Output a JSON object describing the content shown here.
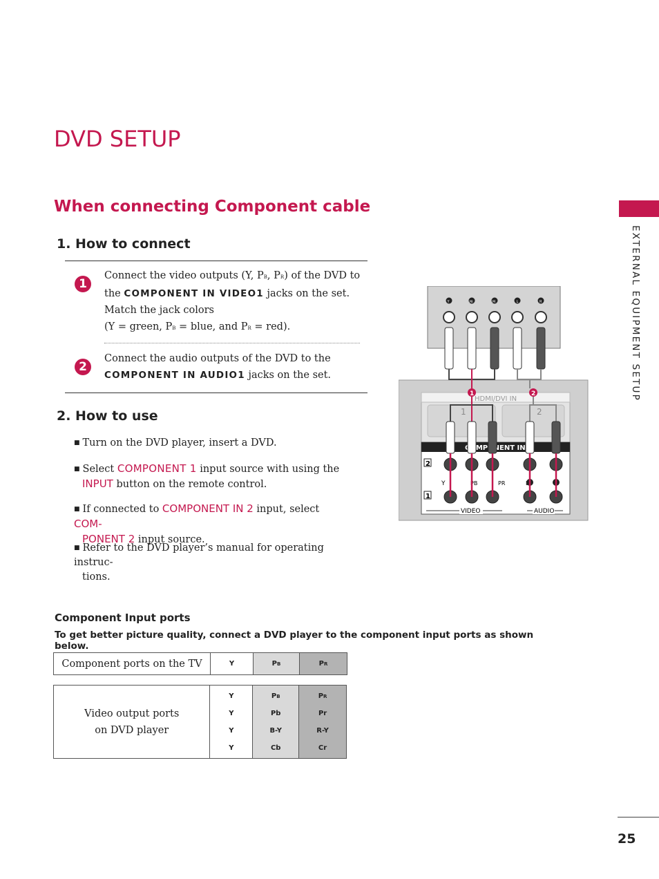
{
  "header": {
    "title": "DVD SETUP",
    "subtitle": "When connecting Component cable"
  },
  "side_tab": {
    "label": "EXTERNAL EQUIPMENT SETUP"
  },
  "connect": {
    "heading": "1. How to connect",
    "step1": {
      "number": "1",
      "line1_prefix": "Connect the video outputs (",
      "line1_y": "Y, P",
      "line1_b": "B",
      "line1_mid": ", P",
      "line1_r": "R",
      "line1_suffix": ")  of the DVD  to",
      "line2_prefix": "the",
      "line2_caps": "COMPONENT IN VIDEO1",
      "line2_suffix": "jacks on the set.",
      "line3": "Match the jack colors",
      "line4_prefix": "(Y = green, P",
      "line4_b": "B",
      "line4_mid": " = blue, and P",
      "line4_r": "R",
      "line4_suffix": " = red)."
    },
    "step2": {
      "number": "2",
      "line1": "Connect the audio outputs of the DVD to the",
      "line2_caps": "COMPONENT IN AUDIO1",
      "line2_suffix": "jacks on the set."
    }
  },
  "use": {
    "heading": "2. How to use",
    "b1": "Turn on the DVD player, insert a DVD.",
    "b2_prefix": "Select",
    "b2_red1": "COMPONENT 1",
    "b2_mid": "input source with using the",
    "b2_red2": "INPUT",
    "b2_suffix": "button on the remote control.",
    "b3_prefix": "If connected to",
    "b3_red1": "COMPONENT IN 2",
    "b3_mid": "input, select",
    "b3_red2a": "COM-",
    "b3_red2b": "PONENT 2",
    "b3_suffix": "input source.",
    "b4_line1": "Refer to the DVD player’s manual for operating instruc-",
    "b4_line2": "tions."
  },
  "ports": {
    "heading": "Component Input ports",
    "desc": "To get better picture quality, connect a DVD player to the component input ports as shown below.",
    "tv_label": "Component ports on the TV",
    "tv": {
      "y": "Y",
      "pb": "P",
      "pb_sub": "B",
      "pr": "P",
      "pr_sub": "R"
    },
    "dvd_label_1": "Video output ports",
    "dvd_label_2": "on DVD player",
    "dvd_y": [
      "Y",
      "Y",
      "Y",
      "Y"
    ],
    "dvd_pb_first": "P",
    "dvd_pb_first_sub": "B",
    "dvd_pb": [
      "Pb",
      "B-Y",
      "Cb"
    ],
    "dvd_pr_first": "P",
    "dvd_pr_first_sub": "R",
    "dvd_pr": [
      "Pr",
      "R-Y",
      "Cr"
    ]
  },
  "diagram": {
    "dvd_jacks": [
      "Y",
      "PB",
      "PR",
      "L",
      "R"
    ],
    "marker1": "1",
    "marker2": "2",
    "hdmi_label": "HDMI/DVI IN",
    "hdmi1": "1",
    "hdmi2": "2",
    "component_label": "COMPONENT IN",
    "row2": "2",
    "row1": "1",
    "jack_y": "Y",
    "jack_pb": "PB",
    "jack_pr": "PR",
    "jack_l": "L",
    "jack_r": "R",
    "video_label": "VIDEO",
    "audio_label": "AUDIO"
  },
  "footer": {
    "page": "25"
  }
}
